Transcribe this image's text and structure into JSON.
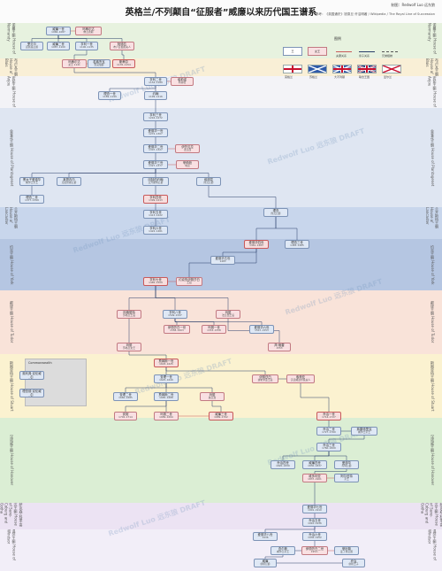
{
  "header": {
    "title": "英格兰/不列颠自“征服者”威廉以来历代国王谱系",
    "credit": "制图：Redwolf Luo 远东狼",
    "reference": "参考：《英国通史》钱乘旦 许洁明著 / Wikipedia / The Royal Line of Succession"
  },
  "watermark": "Redwolf Luo 远东狼 DRAFT",
  "colors": {
    "normandy": "#e7f2df",
    "blois": "#f9efd6",
    "anjou": "#f3f3f7",
    "plantagenet": "#dfe6f2",
    "lancaster": "#c8d6ec",
    "york": "#b5c6e2",
    "tudor": "#f9e3d9",
    "stuart": "#fbf2d0",
    "hanover": "#dbeed4",
    "saxe": "#ece3f3",
    "windsor": "#f2eef8",
    "highlight": "#c95a5a",
    "king": "#7d93b6"
  },
  "houses": [
    {
      "id": "normandy",
      "name": "诺曼王朝",
      "sub": "House of Normandy"
    },
    {
      "id": "blois",
      "name": "布卢瓦王朝",
      "sub": "House of Blois"
    },
    {
      "id": "anjou",
      "name": "安茹王朝",
      "sub": "House of Anjou"
    },
    {
      "id": "plantagenet",
      "name": "金雀花王朝",
      "sub": "House of Plantagenet"
    },
    {
      "id": "lancaster",
      "name": "兰开斯特王朝",
      "sub": "House of Lancaster"
    },
    {
      "id": "york",
      "name": "约克王朝",
      "sub": "House of York"
    },
    {
      "id": "tudor",
      "name": "都铎王朝",
      "sub": "House of Tudor"
    },
    {
      "id": "stuart",
      "name": "斯图亚特王朝",
      "sub": "House of Stuart"
    },
    {
      "id": "hanover",
      "name": "汉诺威王朝",
      "sub": "House of Hanover"
    },
    {
      "id": "saxe",
      "name": "萨克森-科堡-哥达王朝",
      "sub": "House of Saxe-Coburg and Gotha"
    },
    {
      "id": "windsor",
      "name": "温莎王朝",
      "sub": "House of Windsor"
    }
  ],
  "legend": {
    "title": "图例",
    "items": [
      "王",
      "女王",
      "夫妻关系",
      "亲子关系",
      "兄弟姐妹"
    ],
    "flags": [
      "英格兰",
      "苏格兰",
      "大不列颠",
      "联合王国",
      "爱尔兰"
    ]
  },
  "commonwealth": {
    "title": "Commonwealth"
  },
  "monarchs": [
    {
      "id": "william1",
      "name": "威廉一世",
      "sub": "1066–1087"
    },
    {
      "id": "matilda_f",
      "name": "玛蒂尔达",
      "sub": "佛兰德斯"
    },
    {
      "id": "robert",
      "name": "罗贝尔",
      "sub": "诺曼底公爵"
    },
    {
      "id": "william2",
      "name": "威廉二世",
      "sub": "1087–1100"
    },
    {
      "id": "henry1",
      "name": "亨利一世",
      "sub": "1100–1135"
    },
    {
      "id": "adela",
      "name": "阿德拉",
      "sub": "布卢瓦伯爵夫人"
    },
    {
      "id": "stephen",
      "name": "斯蒂芬",
      "sub": "1135–1154"
    },
    {
      "id": "matilda",
      "name": "玛蒂尔达",
      "sub": "女王 1141"
    },
    {
      "id": "geoffrey",
      "name": "若弗鲁瓦",
      "sub": "安茹伯爵"
    },
    {
      "id": "henry2",
      "name": "亨利二世",
      "sub": "1154–1189"
    },
    {
      "id": "eleanor",
      "name": "埃莉诺",
      "sub": "阿基坦"
    },
    {
      "id": "richard1",
      "name": "理查一世",
      "sub": "1189–1199"
    },
    {
      "id": "john",
      "name": "约翰",
      "sub": "1199–1216"
    },
    {
      "id": "henry3",
      "name": "亨利三世",
      "sub": "1216–1272"
    },
    {
      "id": "edward1",
      "name": "爱德华一世",
      "sub": "1272–1307"
    },
    {
      "id": "edward2",
      "name": "爱德华二世",
      "sub": "1307–1327"
    },
    {
      "id": "isabella",
      "name": "伊莎贝拉",
      "sub": "法兰西"
    },
    {
      "id": "edward3",
      "name": "爱德华三世",
      "sub": "1327–1377"
    },
    {
      "id": "philippa",
      "name": "菲莉帕",
      "sub": "埃诺"
    },
    {
      "id": "blackprince",
      "name": "黑太子爱德华",
      "sub": "威尔士亲王"
    },
    {
      "id": "lionel",
      "name": "莱昂内尔",
      "sub": "克拉伦斯公爵"
    },
    {
      "id": "johngaunt",
      "name": "冈特的约翰",
      "sub": "兰开斯特公爵"
    },
    {
      "id": "edmund",
      "name": "埃德蒙",
      "sub": "约克公爵"
    },
    {
      "id": "richard2",
      "name": "理查二世",
      "sub": "1377–1399"
    },
    {
      "id": "henry4",
      "name": "亨利四世",
      "sub": "1399–1413"
    },
    {
      "id": "henry5",
      "name": "亨利五世",
      "sub": "1413–1422"
    },
    {
      "id": "henry6",
      "name": "亨利六世",
      "sub": "1422–1461"
    },
    {
      "id": "richardyork",
      "name": "理查",
      "sub": "约克公爵"
    },
    {
      "id": "edward4",
      "name": "爱德华四世",
      "sub": "1461–1483"
    },
    {
      "id": "richard3",
      "name": "理查三世",
      "sub": "1483–1485"
    },
    {
      "id": "edward5",
      "name": "爱德华五世",
      "sub": "1483"
    },
    {
      "id": "elizabethyork",
      "name": "约克的伊丽莎白",
      "sub": "王后"
    },
    {
      "id": "henry7",
      "name": "亨利七世",
      "sub": "1485–1509"
    },
    {
      "id": "henry8",
      "name": "亨利八世",
      "sub": "1509–1547"
    },
    {
      "id": "margaret",
      "name": "玛格丽特",
      "sub": "苏格兰王后"
    },
    {
      "id": "mary_t",
      "name": "玛丽",
      "sub": "法兰西王后"
    },
    {
      "id": "edward6",
      "name": "爱德华六世",
      "sub": "1547–1553"
    },
    {
      "id": "mary1",
      "name": "玛丽一世",
      "sub": "1553–1558"
    },
    {
      "id": "elizabeth1",
      "name": "伊丽莎白一世",
      "sub": "1558–1603"
    },
    {
      "id": "janegrey",
      "name": "简·格雷",
      "sub": "1553"
    },
    {
      "id": "maryscots",
      "name": "玛丽",
      "sub": "苏格兰女王"
    },
    {
      "id": "james1",
      "name": "詹姆斯一世",
      "sub": "1603–1625"
    },
    {
      "id": "charles1",
      "name": "查理一世",
      "sub": "1625–1649"
    },
    {
      "id": "elizabeth_b",
      "name": "伊丽莎白",
      "sub": "波希米亚王后"
    },
    {
      "id": "cromwell",
      "name": "奥利弗·克伦威尔",
      "sub": "护国公"
    },
    {
      "id": "rcromwell",
      "name": "理查德·克伦威尔",
      "sub": "护国公"
    },
    {
      "id": "charles2",
      "name": "查理二世",
      "sub": "1660–1685"
    },
    {
      "id": "james2",
      "name": "詹姆斯二世",
      "sub": "1685–1688"
    },
    {
      "id": "mary_o",
      "name": "玛丽",
      "sub": "奥兰治"
    },
    {
      "id": "sophia",
      "name": "索菲亚",
      "sub": "汉诺威选帝侯夫人"
    },
    {
      "id": "william3",
      "name": "威廉三世",
      "sub": "1689–1702"
    },
    {
      "id": "mary2",
      "name": "玛丽二世",
      "sub": "1689–1694"
    },
    {
      "id": "anne",
      "name": "安妮",
      "sub": "1702–1714"
    },
    {
      "id": "george1",
      "name": "乔治一世",
      "sub": "1714–1727"
    },
    {
      "id": "george2",
      "name": "乔治二世",
      "sub": "1727–1760"
    },
    {
      "id": "frederick",
      "name": "弗雷德里克",
      "sub": "威尔士亲王"
    },
    {
      "id": "george3",
      "name": "乔治三世",
      "sub": "1760–1820"
    },
    {
      "id": "george4",
      "name": "乔治四世",
      "sub": "1820–1830"
    },
    {
      "id": "william4",
      "name": "威廉四世",
      "sub": "1830–1837"
    },
    {
      "id": "edwardkent",
      "name": "爱德华",
      "sub": "肯特公爵"
    },
    {
      "id": "victoria",
      "name": "维多利亚",
      "sub": "1837–1901"
    },
    {
      "id": "albert",
      "name": "阿尔伯特",
      "sub": "亲王"
    },
    {
      "id": "edward7",
      "name": "爱德华七世",
      "sub": "1901–1910"
    },
    {
      "id": "george5",
      "name": "乔治五世",
      "sub": "1910–1936"
    },
    {
      "id": "edward8",
      "name": "爱德华八世",
      "sub": "1936"
    },
    {
      "id": "george6",
      "name": "乔治六世",
      "sub": "1936–1952"
    },
    {
      "id": "elizabeth2",
      "name": "伊丽莎白二世",
      "sub": "1952–"
    },
    {
      "id": "philip",
      "name": "菲利普",
      "sub": "爱丁堡公爵"
    },
    {
      "id": "charles",
      "name": "查尔斯",
      "sub": "威尔士亲王"
    },
    {
      "id": "william",
      "name": "威廉",
      "sub": "剑桥公爵"
    },
    {
      "id": "george",
      "name": "乔治",
      "sub": "剑桥王子"
    }
  ]
}
